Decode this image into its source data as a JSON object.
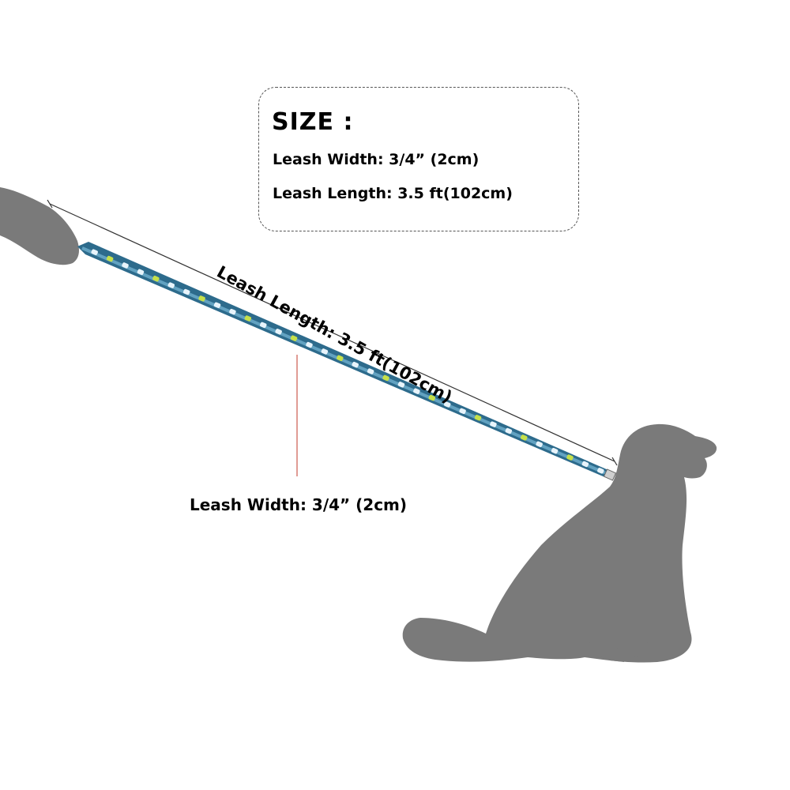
{
  "size_box": {
    "title": "SIZE :",
    "width_line": "Leash Width: 3/4” (2cm)",
    "length_line": "Leash Length: 3.5 ft(102cm)"
  },
  "length_annotation": "Leash Length: 3.5 ft(102cm)",
  "width_annotation": "Leash Width: 3/4” (2cm)",
  "colors": {
    "silhouette": "#7a7a7a",
    "leash_base": "#2d6b8c",
    "leash_light": "#8fd0ee",
    "bone_white": "#e8f4fb",
    "bone_green": "#c6e04a",
    "width_marker": "#c0392b",
    "dimension_line": "#333333"
  },
  "icons": {
    "hand": "hand-silhouette-icon",
    "dog": "sitting-dog-silhouette-icon",
    "bone": "bone-pattern-icon"
  }
}
